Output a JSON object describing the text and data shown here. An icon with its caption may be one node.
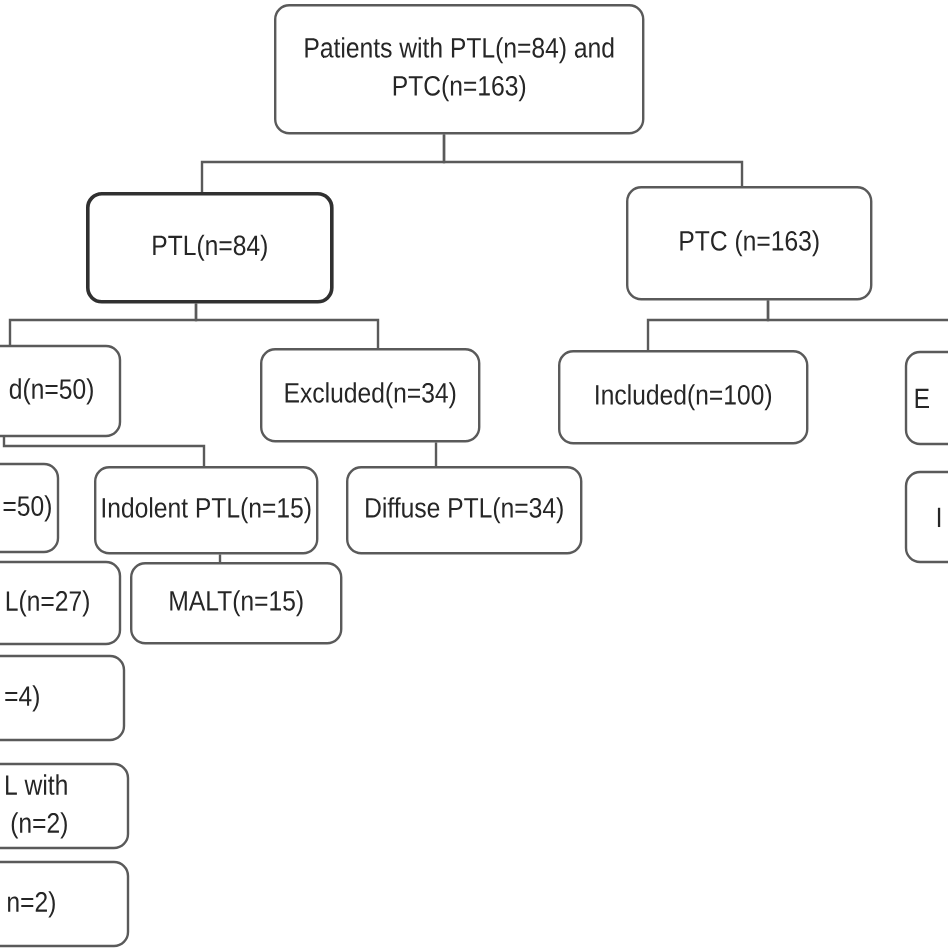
{
  "diagram": {
    "nodes": [
      {
        "text": [
          "Patients with PTL(n=84) and PTC(n=163)"
        ]
      },
      {
        "text": [
          "PTL(n=84)"
        ]
      },
      {
        "text": [
          "PTC (n=163)"
        ]
      },
      {
        "text": [
          "d(n=50)"
        ]
      },
      {
        "text": [
          "Excluded(n=34)"
        ]
      },
      {
        "text": [
          "Included(n=100)"
        ]
      },
      {
        "text": [
          "E"
        ]
      },
      {
        "text": [
          "=50)"
        ]
      },
      {
        "text": [
          "Indolent PTL(n=15)"
        ]
      },
      {
        "text": [
          "Diffuse PTL(n=34)"
        ]
      },
      {
        "text": [
          "I"
        ]
      },
      {
        "text": [
          "L(n=27)"
        ]
      },
      {
        "text": [
          "MALT(n=15)"
        ]
      },
      {
        "text": [
          "=4)"
        ]
      },
      {
        "text": [
          "L with (n=2)"
        ]
      },
      {
        "text": [
          "n=2)"
        ]
      }
    ],
    "edges": [
      {
        "from": 0,
        "to": 1,
        "arrow": "none"
      },
      {
        "from": 0,
        "to": 2,
        "arrow": "none"
      },
      {
        "from": 1,
        "to": 3,
        "arrow": "none"
      },
      {
        "from": 1,
        "to": 4,
        "arrow": "none"
      },
      {
        "from": 2,
        "to": 5,
        "arrow": "none"
      },
      {
        "from": 2,
        "to": null,
        "arrow": "none"
      },
      {
        "from": 3,
        "to": 8,
        "arrow": "none"
      },
      {
        "from": 4,
        "to": 9,
        "arrow": "none"
      },
      {
        "from": 8,
        "to": 12,
        "arrow": "none"
      }
    ]
  }
}
